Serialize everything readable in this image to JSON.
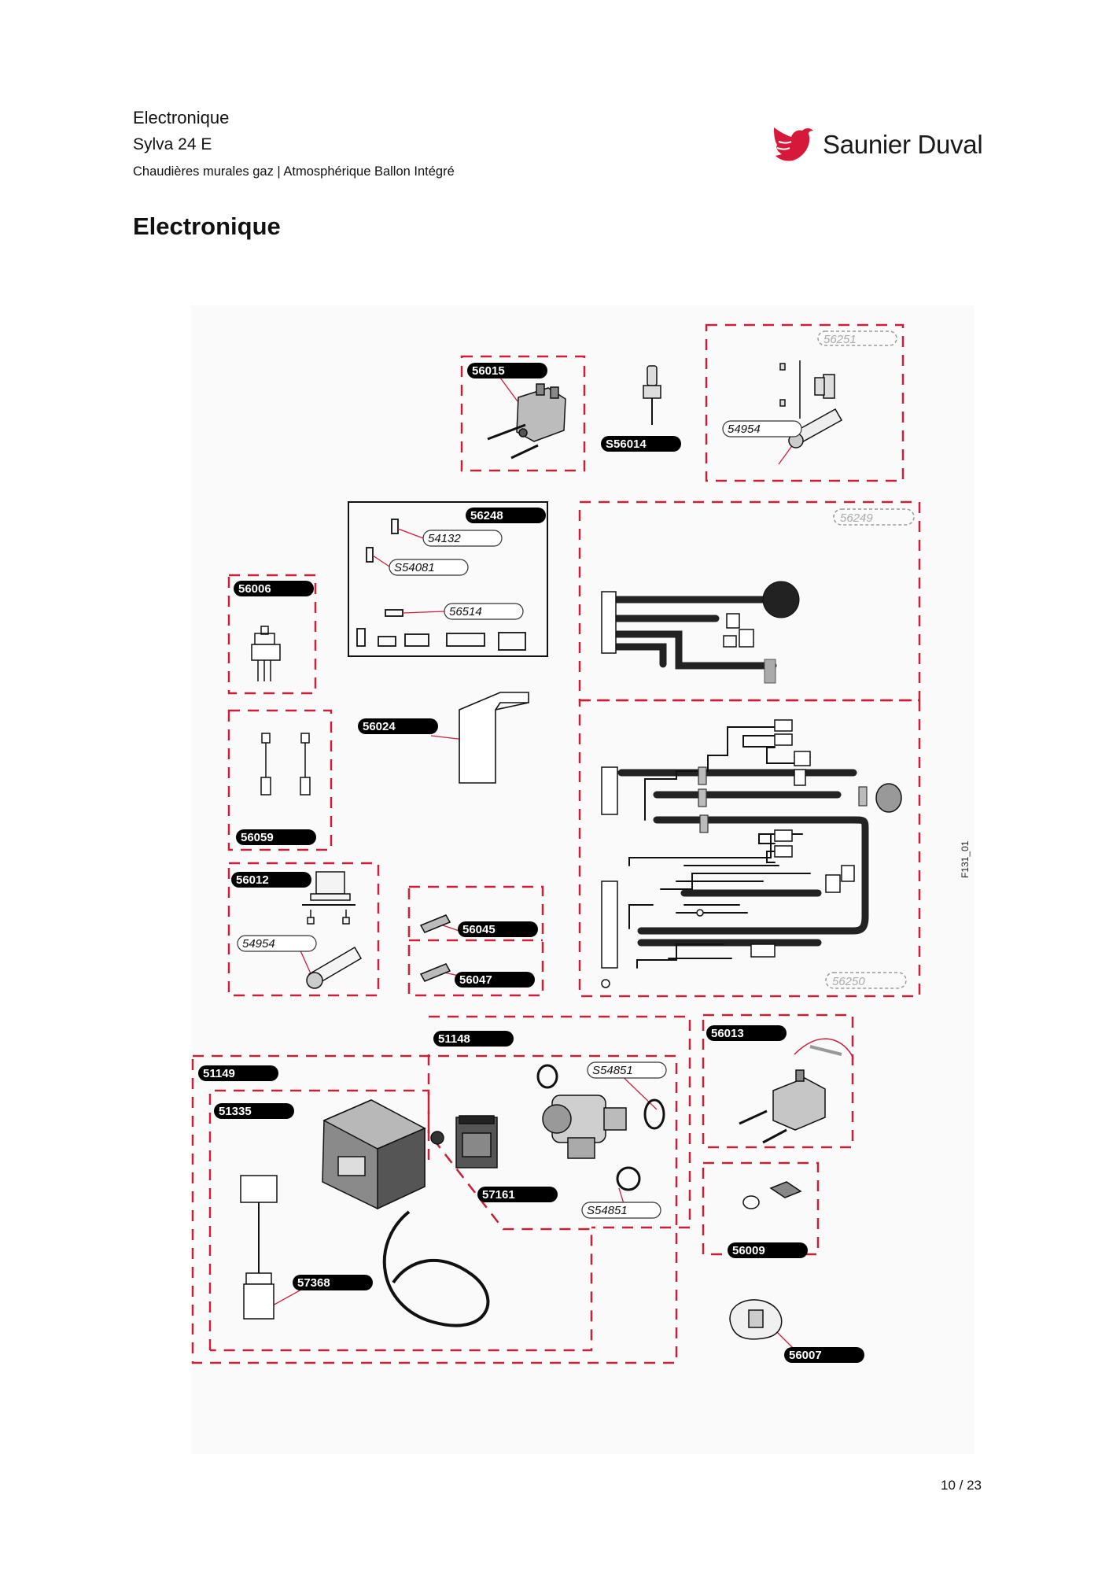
{
  "header": {
    "section": "Electronique",
    "model": "Sylva 24 E",
    "category": "Chaudières murales gaz | Atmosphérique Ballon Intégré"
  },
  "brand": {
    "name": "Saunier Duval",
    "color": "#d6193a"
  },
  "page_title": "Electronique",
  "diagram": {
    "figure_code": "F131_01",
    "part_labels": {
      "p56015": "56015",
      "pS56014": "S56014",
      "p56251": "56251",
      "p54954a": "54954",
      "p56248": "56248",
      "p54132": "54132",
      "pS54081": "S54081",
      "p56514": "56514",
      "p56249": "56249",
      "p56006": "56006",
      "p56024": "56024",
      "p56059": "56059",
      "p56012": "56012",
      "p54954b": "54954",
      "p56045": "56045",
      "p56047": "56047",
      "p56250": "56250",
      "p51148": "51148",
      "p56013": "56013",
      "p51149": "51149",
      "pS54851a": "S54851",
      "p51335": "51335",
      "p57161": "57161",
      "pS54851b": "S54851",
      "p56009": "56009",
      "p57368": "57368",
      "p56007": "56007"
    }
  },
  "footer": {
    "page": "10 / 23"
  },
  "colors": {
    "dashed_frame": "#c8203a",
    "label_bg": "#000000",
    "label_text": "#ffffff"
  }
}
